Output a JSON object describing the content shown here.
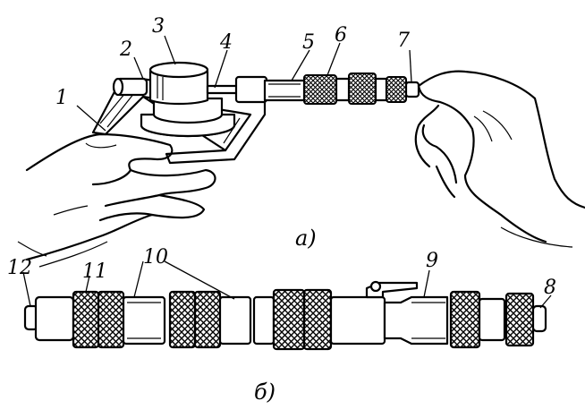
{
  "figure": {
    "captions": {
      "a": "а)",
      "b": "б)"
    },
    "labels": {
      "l1": "1",
      "l2": "2",
      "l3": "3",
      "l4": "4",
      "l5": "5",
      "l6": "6",
      "l7": "7",
      "l8": "8",
      "l9": "9",
      "l10": "10",
      "l11": "11",
      "l12": "12"
    }
  }
}
